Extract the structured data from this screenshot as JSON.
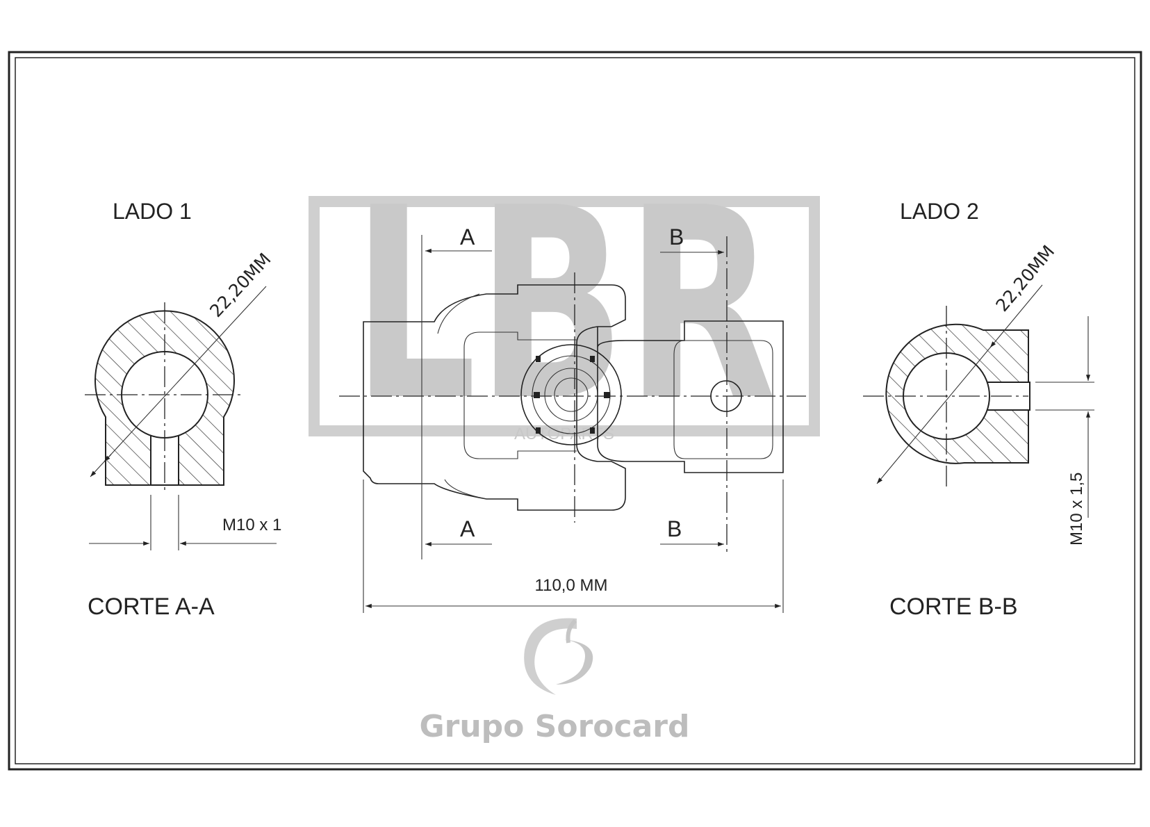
{
  "watermark": {
    "letters": "LBR",
    "subtitle": "AUTOPARTS",
    "brand": "Grupo Sorocard"
  },
  "side1": {
    "title": "LADO 1",
    "diameter": "22,20MM",
    "thread": "M10 x 1",
    "section": "CORTE A-A"
  },
  "side2": {
    "title": "LADO 2",
    "diameter": "22,20MM",
    "thread": "M10 x 1,5",
    "section": "CORTE B-B"
  },
  "center": {
    "cut_a": "A",
    "cut_b": "B",
    "length": "110,0 MM"
  },
  "colors": {
    "line": "#222222",
    "watermark": "#c9c9c9",
    "frame": "#222222"
  }
}
